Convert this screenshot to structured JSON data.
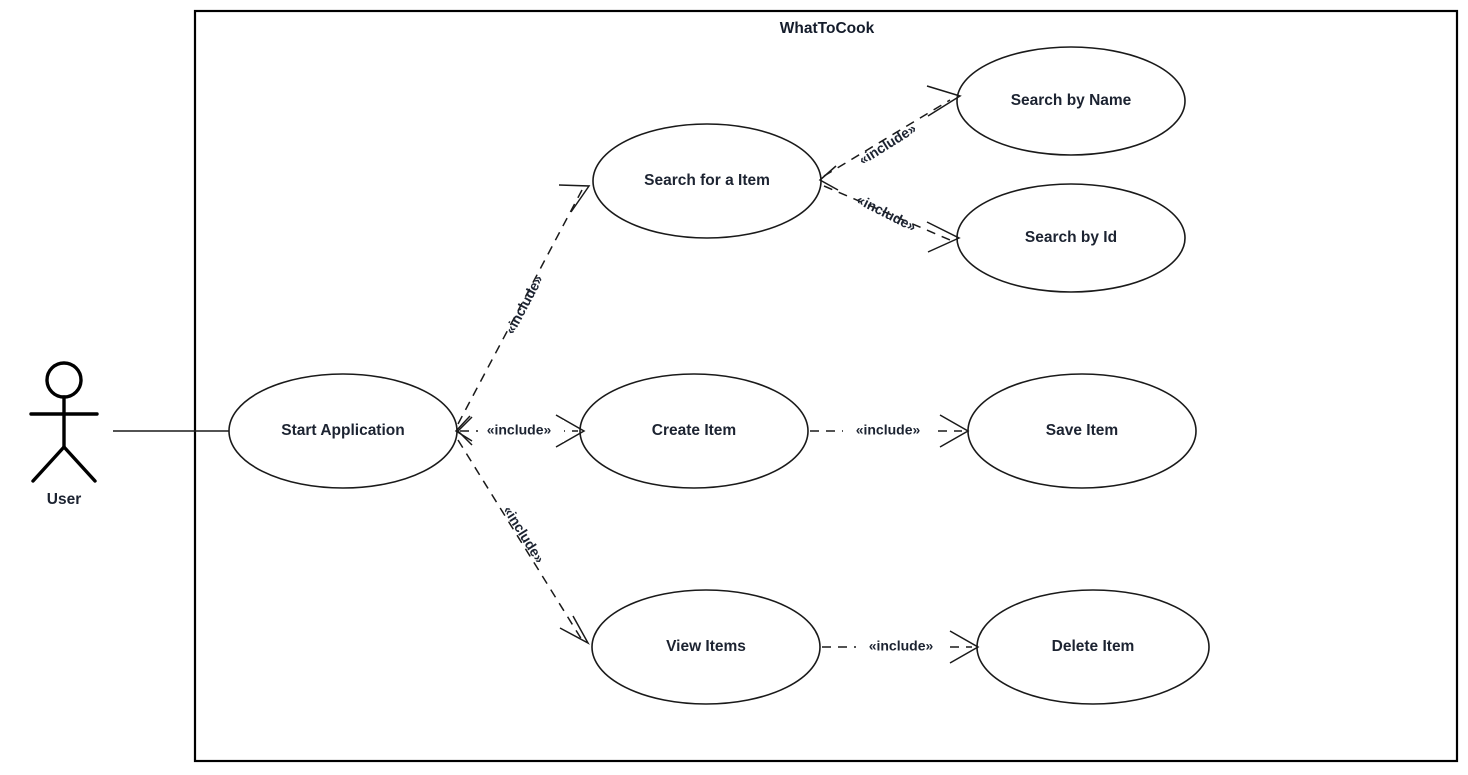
{
  "diagram": {
    "type": "uml-use-case-diagram",
    "system_boundary": {
      "title": "WhatToCook"
    },
    "actors": [
      {
        "id": "user",
        "label": "User"
      }
    ],
    "use_cases": [
      {
        "id": "start-application",
        "label": "Start Application"
      },
      {
        "id": "search-for-a-item",
        "label": "Search for a Item"
      },
      {
        "id": "search-by-name",
        "label": "Search by Name"
      },
      {
        "id": "search-by-id",
        "label": "Search by Id"
      },
      {
        "id": "create-item",
        "label": "Create Item"
      },
      {
        "id": "save-item",
        "label": "Save Item"
      },
      {
        "id": "view-items",
        "label": "View Items"
      },
      {
        "id": "delete-item",
        "label": "Delete Item"
      }
    ],
    "associations": [
      {
        "from": "user",
        "to": "start-application"
      }
    ],
    "include_relations": [
      {
        "from": "start-application",
        "to": "search-for-a-item",
        "label": "«include»"
      },
      {
        "from": "start-application",
        "to": "create-item",
        "label": "«include»"
      },
      {
        "from": "start-application",
        "to": "view-items",
        "label": "«include»"
      },
      {
        "from": "search-for-a-item",
        "to": "search-by-name",
        "label": "«include»"
      },
      {
        "from": "search-for-a-item",
        "to": "search-by-id",
        "label": "«include»"
      },
      {
        "from": "create-item",
        "to": "save-item",
        "label": "«include»"
      },
      {
        "from": "view-items",
        "to": "delete-item",
        "label": "«include»"
      }
    ],
    "colors": {
      "background": "#ffffff",
      "stroke": "#1a1a1a",
      "text": "#1c2331",
      "boundary": "#000000"
    }
  }
}
